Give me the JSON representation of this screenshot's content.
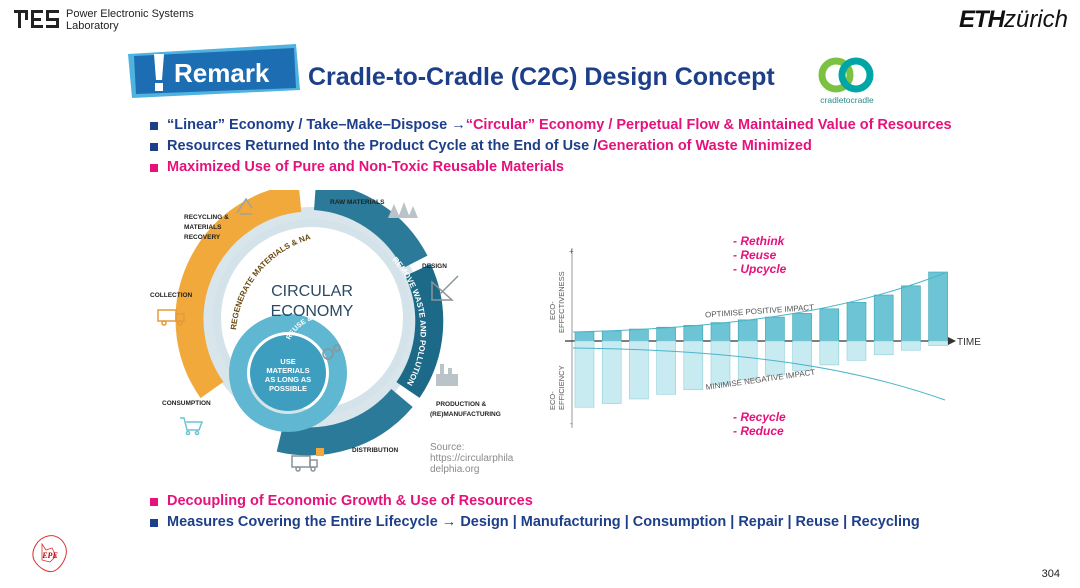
{
  "header": {
    "lab_line1": "Power Electronic Systems",
    "lab_line2": "Laboratory",
    "eth_bold": "ETH",
    "eth_light": "zürich"
  },
  "remark_badge": "Remark",
  "title": "Cradle-to-Cradle (C2C) Design Concept",
  "c2c_logo_text": "cradletocradle",
  "bullets": [
    {
      "color": "blue",
      "parts": [
        {
          "text": "“Linear” Economy / Take–Make–Dispose → ",
          "color": "blue"
        },
        {
          "text": "“Circular” Economy / Perpetual Flow & Maintained Value of Resources",
          "color": "pink"
        }
      ]
    },
    {
      "color": "blue",
      "parts": [
        {
          "text": "Resources Returned Into the Product Cycle at the End of Use / ",
          "color": "blue"
        },
        {
          "text": "Generation of Waste Minimized",
          "color": "pink"
        }
      ]
    },
    {
      "color": "pink",
      "parts": [
        {
          "text": "Maximized Use of Pure and Non-Toxic Reusable Materials",
          "color": "pink"
        }
      ]
    }
  ],
  "circular": {
    "center_line1": "CIRCULAR",
    "center_line2": "ECONOMY",
    "inner_line1": "USE",
    "inner_line2": "MATERIALS",
    "inner_line3": "AS LONG AS",
    "inner_line4": "POSSIBLE",
    "inner_arc": "REUSE & REPAIR",
    "yellow_arc": "REGENERATE MATERIALS & NATURAL SYSTEMS",
    "right_arc": "REMOVE WASTE AND POLLUTION",
    "labels": {
      "recycling1": "RECYCLING &",
      "recycling2": "MATERIALS",
      "recycling3": "RECOVERY",
      "raw": "RAW MATERIALS",
      "design": "DESIGN",
      "collection": "COLLECTION",
      "production1": "PRODUCTION &",
      "production2": "(RE)MANUFACTURING",
      "consumption": "CONSUMPTION",
      "distribution": "DISTRIBUTION"
    },
    "source": "Source: https://circularphila delphia.org"
  },
  "chart": {
    "y_top_label1": "ECO-",
    "y_top_label2": "EFFECTIVENESS",
    "y_bottom_label1": "ECO-",
    "y_bottom_label2": "EFFICIENCY",
    "x_label": "TIME",
    "upper_curve_label": "OPTIMISE POSITIVE IMPACT",
    "lower_curve_label": "MINIMISE NEGATIVE IMPACT",
    "plus": "+",
    "minus": "-",
    "top_notes": [
      "- Rethink",
      "- Reuse",
      "- Upcycle"
    ],
    "bottom_notes": [
      "- Recycle",
      "- Reduce"
    ]
  },
  "chart_data": {
    "type": "bar",
    "title": "",
    "xlabel": "TIME",
    "ylabel": "",
    "bar_color": "#6cc4d4",
    "series": [
      {
        "name": "ECO-EFFECTIVENESS",
        "values": [
          0.1,
          0.11,
          0.13,
          0.15,
          0.17,
          0.2,
          0.23,
          0.26,
          0.3,
          0.35,
          0.42,
          0.5,
          0.6,
          0.75
        ]
      },
      {
        "name": "ECO-EFFICIENCY",
        "values": [
          -0.72,
          -0.68,
          -0.63,
          -0.58,
          -0.53,
          -0.47,
          -0.42,
          -0.37,
          -0.32,
          -0.26,
          -0.21,
          -0.15,
          -0.1,
          -0.05
        ]
      }
    ]
  },
  "bottom_bullets": [
    {
      "color": "pink",
      "parts": [
        {
          "text": "Decoupling of Economic Growth & Use of Resources",
          "color": "pink"
        }
      ]
    },
    {
      "color": "blue",
      "parts": [
        {
          "text": "Measures Covering the Entire Lifecycle → Design | Manufacturing | Consumption | Repair | Reuse | Recycling",
          "color": "blue"
        }
      ]
    }
  ],
  "epe_logo_text": "EPE",
  "page_number": "304"
}
